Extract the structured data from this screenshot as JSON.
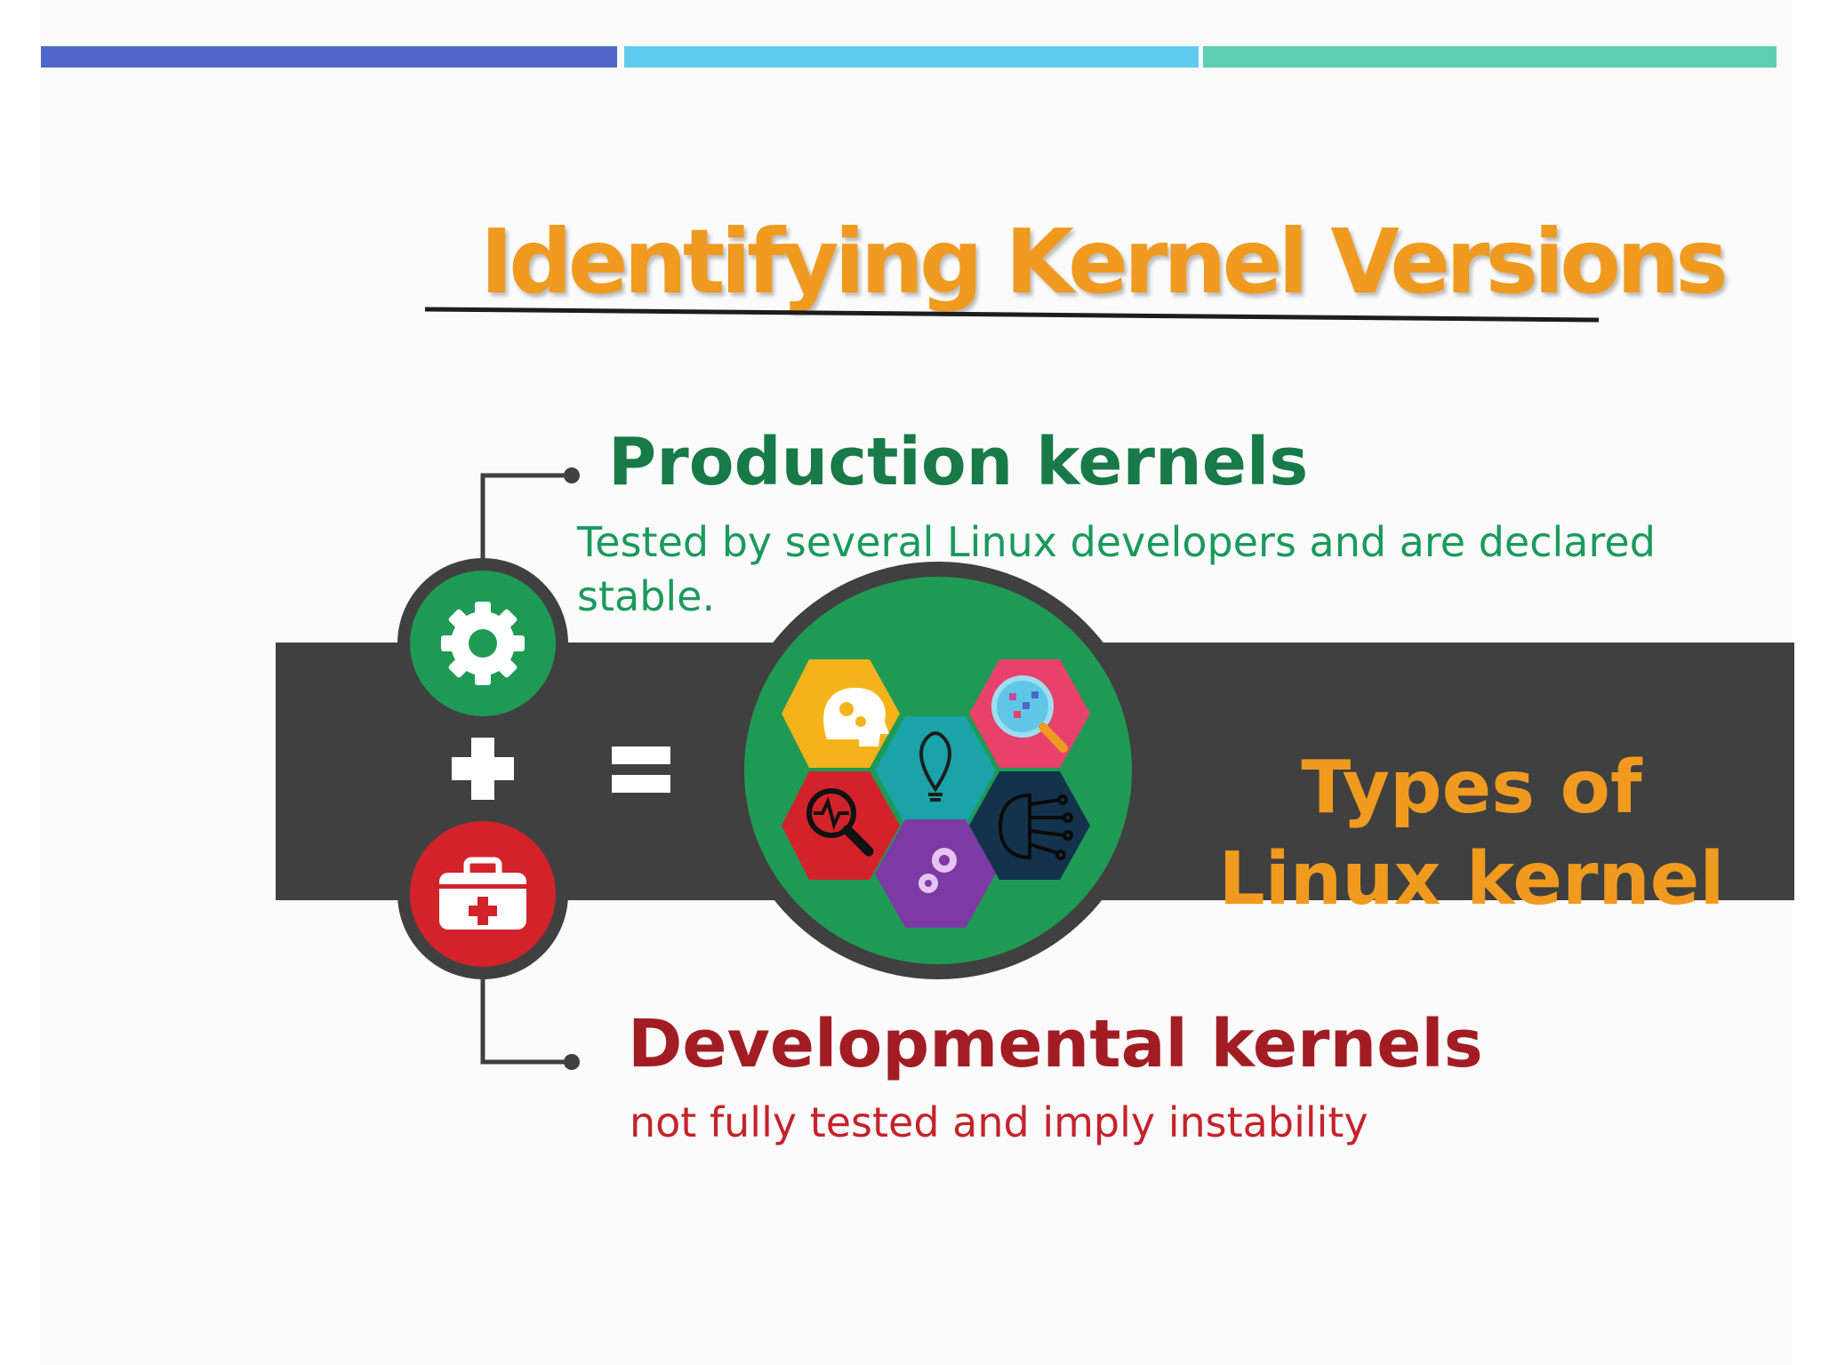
{
  "slide": {
    "title": "Identifying Kernel Versions",
    "accent_colors": [
      "#4f67cb",
      "#5fcbee",
      "#5ecfb2"
    ]
  },
  "production": {
    "heading": "Production kernels",
    "description": "Tested by several Linux developers and are declared stable.",
    "color": "#177a48",
    "icon": "gear-icon"
  },
  "developmental": {
    "heading": "Developmental kernels",
    "description": "not fully tested and imply instability",
    "color": "#a21d23",
    "icon": "first-aid-kit-icon"
  },
  "operators": {
    "plus": "+",
    "equals": "="
  },
  "result": {
    "label": "Types of Linux kernel",
    "color": "#f09a1f",
    "hexagons": [
      {
        "name": "head-gears-icon",
        "color": "#f5b31b"
      },
      {
        "name": "magnifier-icon",
        "color": "#e8416b"
      },
      {
        "name": "lightbulb-icon",
        "color": "#1aa3a9"
      },
      {
        "name": "heartbeat-search-icon",
        "color": "#d2232a"
      },
      {
        "name": "circuit-chip-icon",
        "color": "#13334c"
      },
      {
        "name": "gears-icon",
        "color": "#7d3aa5"
      }
    ]
  }
}
